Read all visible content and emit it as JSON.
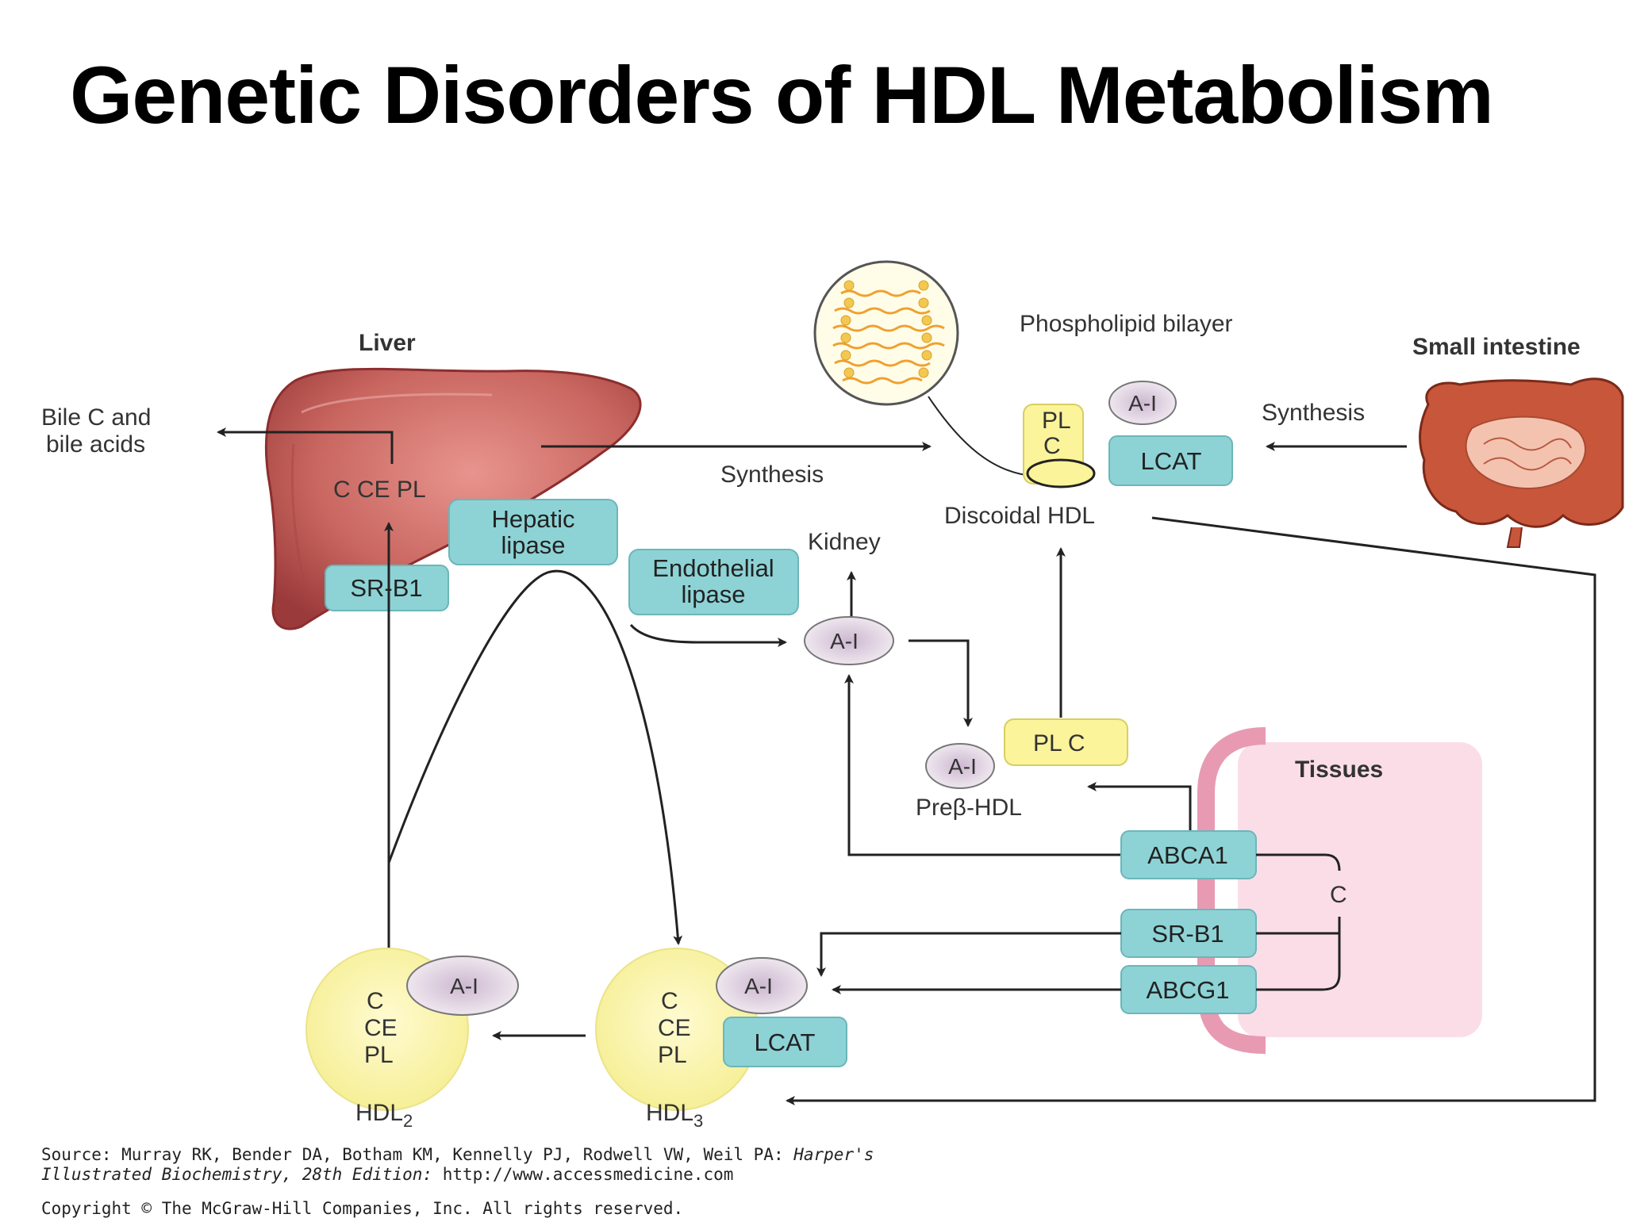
{
  "title": "Genetic Disorders of HDL Metabolism",
  "organs": {
    "liver": "Liver",
    "small_intestine": "Small intestine",
    "tissues": "Tissues",
    "kidney": "Kidney",
    "bilayer": "Phospholipid bilayer"
  },
  "labels": {
    "bile_line1": "Bile C and",
    "bile_line2": "bile acids",
    "liver_contents": "C CE PL",
    "synthesis_liver": "Synthesis",
    "synthesis_intestine": "Synthesis",
    "discoidal_hdl": "Discoidal HDL",
    "prebeta_hdl": "Preβ-HDL",
    "c_label": "C",
    "hdl2": "HDL",
    "hdl2_sub": "2",
    "hdl3": "HDL",
    "hdl3_sub": "3"
  },
  "enzymes": {
    "hepatic_lipase_1": "Hepatic",
    "hepatic_lipase_2": "lipase",
    "endothelial_lipase_1": "Endothelial",
    "endothelial_lipase_2": "lipase",
    "srb1_liver": "SR-B1",
    "lcat_discoidal": "LCAT",
    "lcat_hdl3": "LCAT",
    "abca1": "ABCA1",
    "srb1_tissue": "SR-B1",
    "abcg1": "ABCG1"
  },
  "apo": {
    "ai_discoidal": "A-I",
    "ai_free": "A-I",
    "ai_prebeta": "A-I",
    "ai_hdl2": "A-I",
    "ai_hdl3": "A-I"
  },
  "particles": {
    "discoidal_pl": "PL",
    "discoidal_c": "C",
    "prebeta_plc": "PL C",
    "hdl2_c": "C",
    "hdl2_ce": "CE",
    "hdl2_pl": "PL",
    "hdl3_c": "C",
    "hdl3_ce": "CE",
    "hdl3_pl": "PL"
  },
  "source": {
    "line1_a": "Source: Murray RK, Bender DA, Botham KM, Kennelly PJ, Rodwell VW, Weil PA: ",
    "line1_b": "Harper's",
    "line2_a": "Illustrated Biochemistry, 28th Edition: ",
    "line2_b": "http://www.accessmedicine.com",
    "copyright": "Copyright © The McGraw-Hill Companies, Inc. All rights reserved."
  },
  "colors": {
    "enzyme_box": "#8dd3d6",
    "apo_a1": "#e6dbe6",
    "liver": "#b8504f",
    "intestine": "#c8563a",
    "tissue_bg": "#fbdde8",
    "particle_yellow": "#fbf49a"
  }
}
